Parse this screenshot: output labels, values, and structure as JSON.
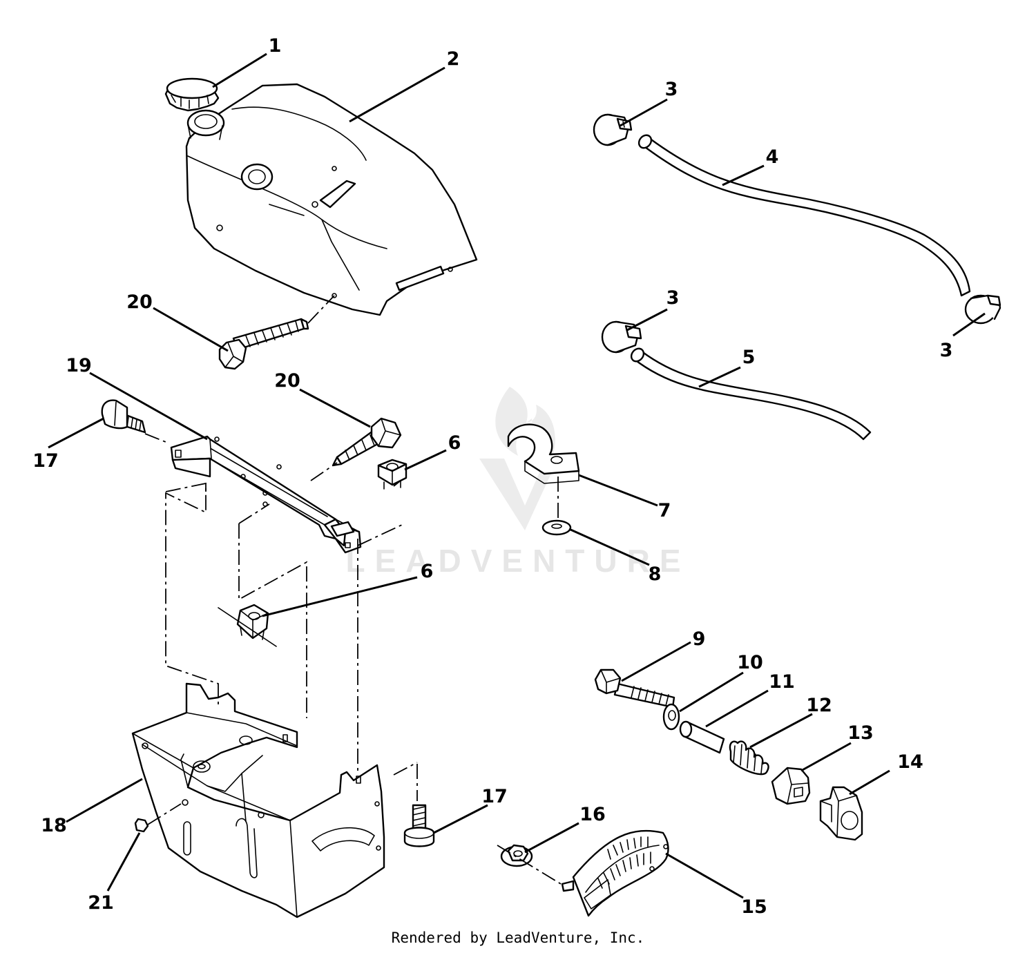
{
  "watermark": {
    "brand": "LEADVENTURE"
  },
  "footer": {
    "credit": "Rendered by LeadVenture, Inc."
  },
  "callouts": {
    "c1": "1",
    "c2": "2",
    "c3a": "3",
    "c3b": "3",
    "c3c": "3",
    "c4": "4",
    "c5": "5",
    "c6a": "6",
    "c6b": "6",
    "c7": "7",
    "c8": "8",
    "c9": "9",
    "c10": "10",
    "c11": "11",
    "c12": "12",
    "c13": "13",
    "c14": "14",
    "c15": "15",
    "c16": "16",
    "c17a": "17",
    "c17b": "17",
    "c18": "18",
    "c19": "19",
    "c20a": "20",
    "c20b": "20",
    "c21": "21"
  }
}
